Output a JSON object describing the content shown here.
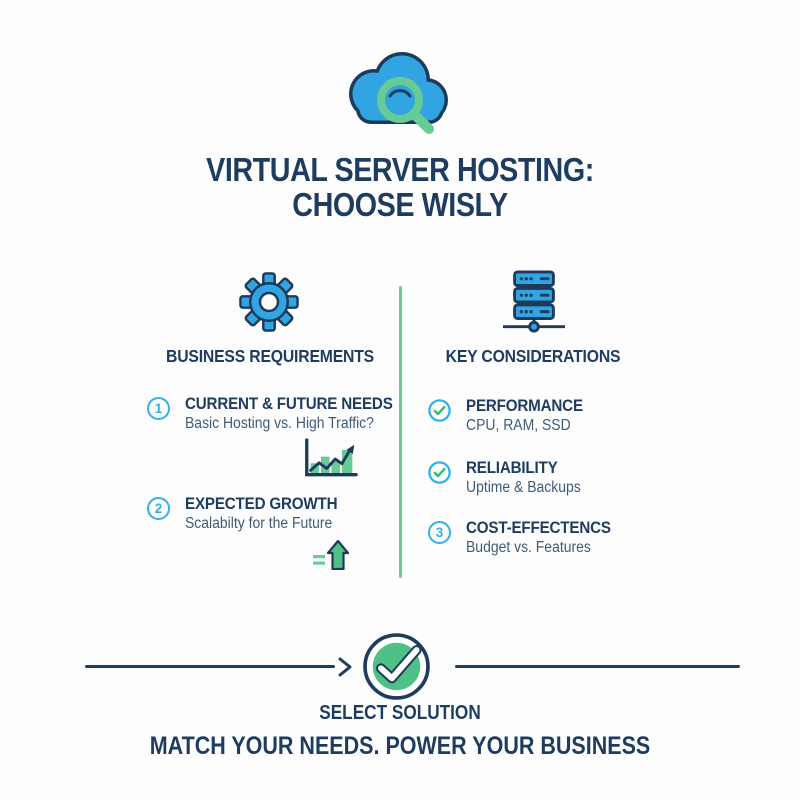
{
  "colors": {
    "navy": "#1d3c5f",
    "blue_fill": "#31a5e2",
    "light_blue_ring": "#32b0e8",
    "green": "#68ca94",
    "check_green": "#2fbe68",
    "badge_green": "#4fc187",
    "subtitle_slate": "#3e5c77",
    "background": "#fdfdfd"
  },
  "header": {
    "icon": "cloud-search-icon",
    "title_line1": "VIRTUAL SERVER HOSTING:",
    "title_line2": "CHOOSE WISLY"
  },
  "left_column": {
    "icon": "gear-icon",
    "header": "BUSINESS REQUIREMENTS",
    "items": [
      {
        "marker": "1",
        "title": "CURRENT & FUTURE NEEDS",
        "subtitle": "Basic Hosting vs. High Traffic?"
      },
      {
        "marker": "2",
        "title": "EXPECTED GROWTH",
        "subtitle": "Scalabilty for the Future"
      }
    ],
    "decor_icons": [
      "growth-chart-icon",
      "up-arrow-icon"
    ]
  },
  "right_column": {
    "icon": "server-stack-icon",
    "header": "KEY CONSIDERATIONS",
    "items": [
      {
        "marker": "check",
        "title": "PERFORMANCE",
        "subtitle": "CPU, RAM, SSD"
      },
      {
        "marker": "check",
        "title": "RELIABILITY",
        "subtitle": "Uptime & Backups"
      },
      {
        "marker": "3",
        "title": "COST-EFFECTENCS",
        "subtitle": "Budget vs. Features"
      }
    ]
  },
  "footer": {
    "icon": "check-badge-icon",
    "label": "SELECT SOLUTION",
    "tagline": "MATCH YOUR NEEDS. POWER YOUR BUSINESS"
  }
}
